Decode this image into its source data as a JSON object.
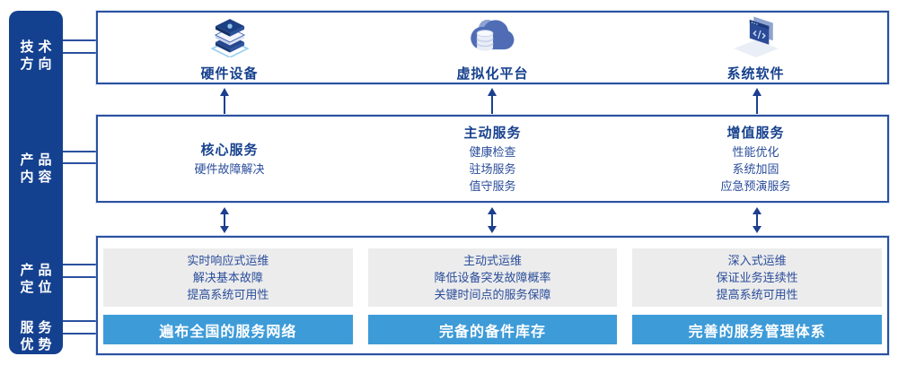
{
  "colors": {
    "bar_blue": "#14418f",
    "frame_border": "#2b509f",
    "heading_blue": "#17418e",
    "body_blue": "#2a4d9b",
    "banner_blue": "#3d9bd8",
    "panel_gray": "#ececec",
    "arrow_blue": "#1c3f8f"
  },
  "sidebar": {
    "groups": [
      "技术\n方向",
      "产品\n内容",
      "产品\n定位",
      "服务\n优势"
    ]
  },
  "tech_row": {
    "items": [
      {
        "icon": "server-stack-icon",
        "label": "硬件设备"
      },
      {
        "icon": "cloud-database-icon",
        "label": "虚拟化平台"
      },
      {
        "icon": "code-window-icon",
        "label": "系统软件"
      }
    ]
  },
  "content_row": {
    "columns": [
      {
        "heading": "核心服务",
        "lines": [
          "硬件故障解决"
        ]
      },
      {
        "heading": "主动服务",
        "lines": [
          "健康检查",
          "驻场服务",
          "值守服务"
        ]
      },
      {
        "heading": "增值服务",
        "lines": [
          "性能优化",
          "系统加固",
          "应急预演服务"
        ]
      }
    ]
  },
  "position_row": {
    "columns": [
      {
        "lines": [
          "实时响应式运维",
          "解决基本故障",
          "提高系统可用性"
        ],
        "banner": "遍布全国的服务网络"
      },
      {
        "lines": [
          "主动式运维",
          "降低设备突发故障概率",
          "关键时间点的服务保障"
        ],
        "banner": "完备的备件库存"
      },
      {
        "lines": [
          "深入式运维",
          "保证业务连续性",
          "提高系统可用性"
        ],
        "banner": "完善的服务管理体系"
      }
    ]
  }
}
